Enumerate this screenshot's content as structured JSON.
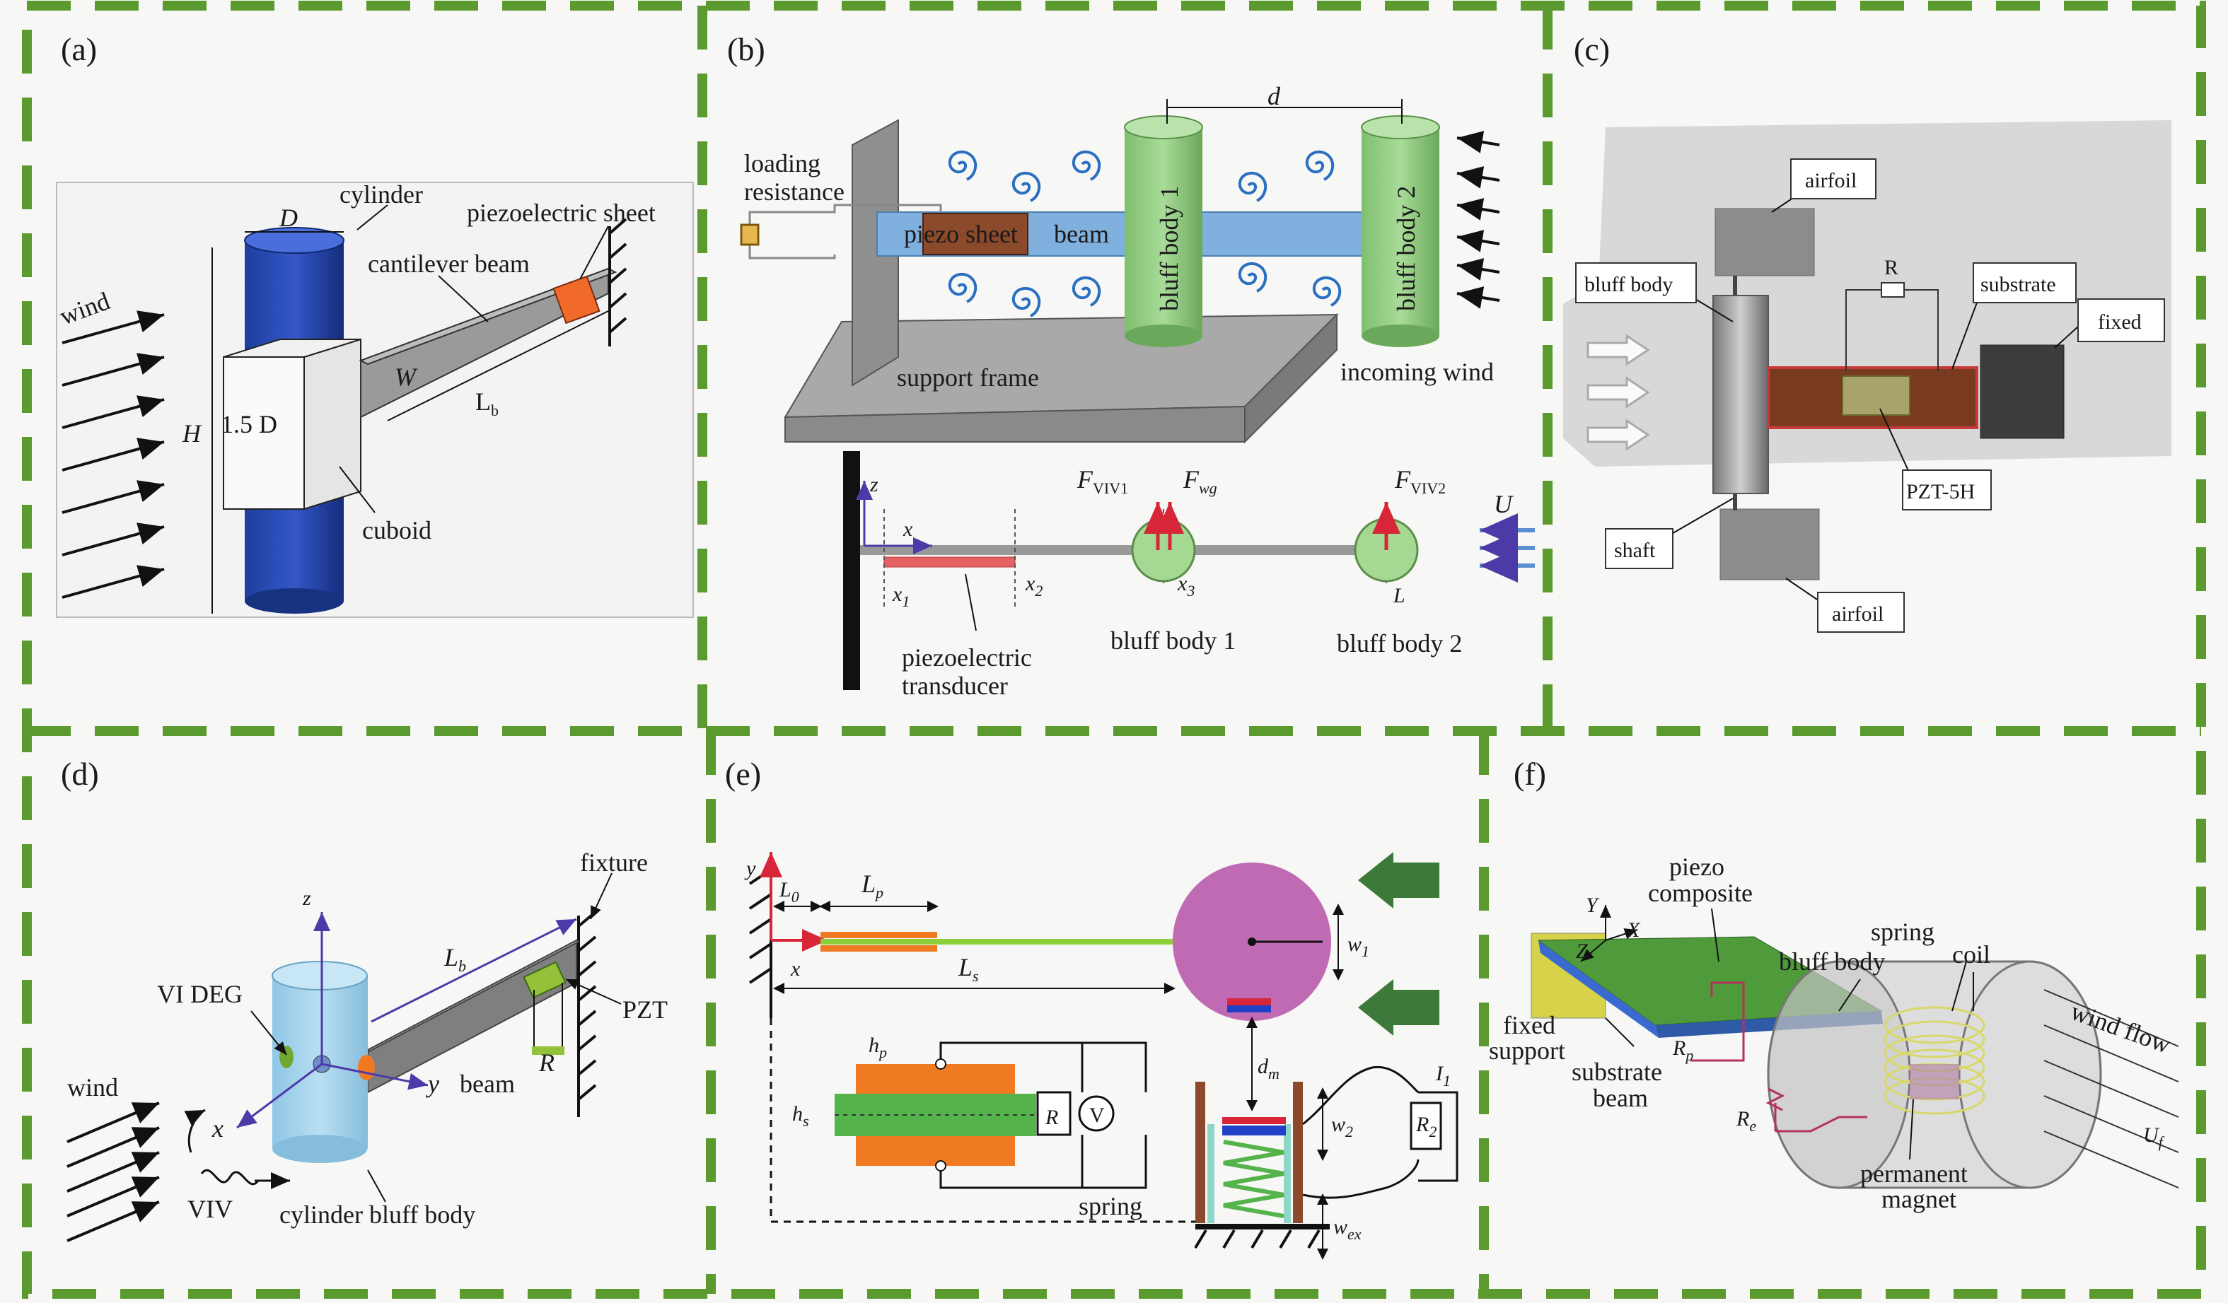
{
  "frame_color": "#5b9a2e",
  "panels": {
    "a": {
      "tag": "(a)",
      "cylinder": "cylinder",
      "piezo_sheet": "piezoelectric sheet",
      "cantilever_beam": "cantilever beam",
      "wind": "wind",
      "D": "D",
      "W": "W",
      "Lb": "L",
      "Lb_sub": "b",
      "H": "H",
      "ratio": "1.5 D",
      "cuboid": "cuboid"
    },
    "b": {
      "tag": "(b)",
      "loading_resistance_1": "loading",
      "loading_resistance_2": "resistance",
      "piezo_sheet": "piezo sheet",
      "beam": "beam",
      "bluff_body_1": "bluff body 1",
      "bluff_body_2": "bluff body 2",
      "d": "d",
      "support_frame": "support frame",
      "incoming_wind": "incoming wind",
      "z": "z",
      "x": "x",
      "x1": "x",
      "x1_sub": "1",
      "x2": "x",
      "x2_sub": "2",
      "x3": "x",
      "x3_sub": "3",
      "F": "F",
      "F_viv1_sub": "VIV1",
      "F_wg_sub": "wg",
      "F_viv2_sub": "VIV2",
      "U": "U",
      "L": "L",
      "piezo_transducer_1": "piezoelectric",
      "piezo_transducer_2": "transducer",
      "bluff_body_1_lbl": "bluff body 1",
      "bluff_body_2_lbl": "bluff body 2"
    },
    "c": {
      "tag": "(c)",
      "airfoil_top": "airfoil",
      "airfoil_bottom": "airfoil",
      "bluff_body": "bluff body",
      "substrate": "substrate",
      "fixed": "fixed",
      "R": "R",
      "pzt": "PZT-5H",
      "shaft": "shaft"
    },
    "d": {
      "tag": "(d)",
      "fixture": "fixture",
      "z": "z",
      "Lb": "L",
      "Lb_sub": "b",
      "vi_deg": "VI DEG",
      "pzt": "PZT",
      "wind": "wind",
      "y": "y",
      "beam": "beam",
      "R": "R",
      "x": "x",
      "viv": "VIV",
      "cylinder_bluff_body": "cylinder bluff body"
    },
    "e": {
      "tag": "(e)",
      "y": "y",
      "L0": "L",
      "L0_sub": "0",
      "Lp": "L",
      "Lp_sub": "p",
      "x": "x",
      "Ls": "L",
      "Ls_sub": "s",
      "w1": "w",
      "w1_sub": "1",
      "hp": "h",
      "hp_sub": "p",
      "hs": "h",
      "hs_sub": "s",
      "R": "R",
      "V": "V",
      "dm": "d",
      "dm_sub": "m",
      "I1": "I",
      "I1_sub": "1",
      "w2": "w",
      "w2_sub": "2",
      "R2": "R",
      "R2_sub": "2",
      "spring": "spring",
      "wex": "w",
      "wex_sub": "ex"
    },
    "f": {
      "tag": "(f)",
      "piezo_composite_1": "piezo",
      "piezo_composite_2": "composite",
      "spring": "spring",
      "Y": "Y",
      "X": "X",
      "Z": "Z",
      "bluff_body": "bluff body",
      "coil": "coil",
      "wind_flow": "wind flow",
      "fixed_support_1": "fixed",
      "fixed_support_2": "support",
      "Rp": "R",
      "Rp_sub": "p",
      "substrate_beam_1": "substrate",
      "substrate_beam_2": "beam",
      "Re": "R",
      "Re_sub": "e",
      "Uf": "U",
      "Uf_sub": "f",
      "permanent_magnet_1": "permanent",
      "permanent_magnet_2": "magnet"
    }
  }
}
